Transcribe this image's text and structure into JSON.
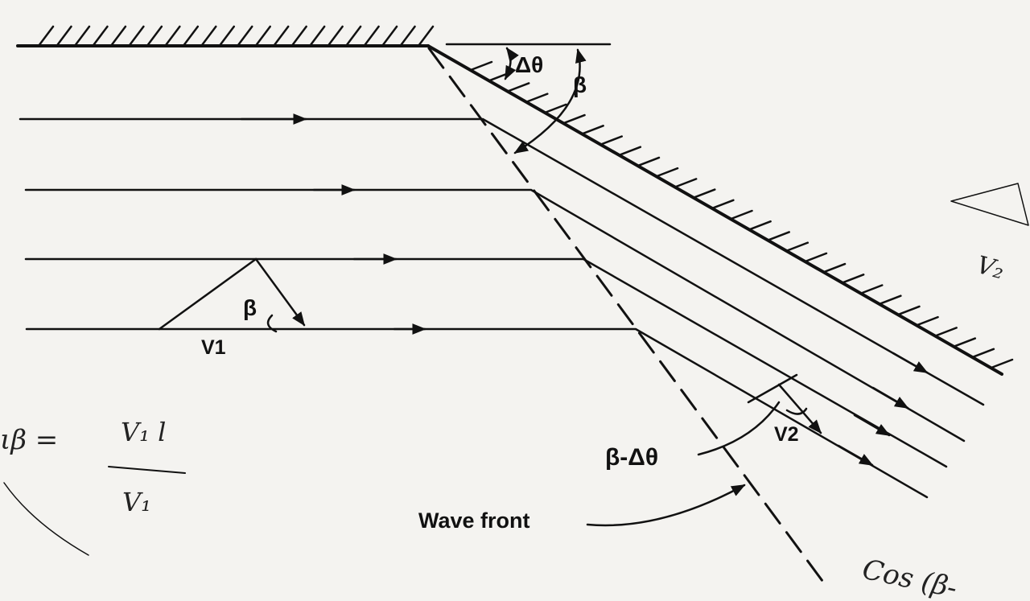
{
  "labels": {
    "beta_top": "β",
    "delta_theta": "Δθ",
    "beta_incident": "β",
    "v1": "V1",
    "v2": "V2",
    "beta_minus_delta": "β-Δθ",
    "wave_front": "Wave front"
  },
  "handwriting": {
    "equation_lhs": "ιβ =",
    "equation_numerator": "V₁ l",
    "equation_denominator": "V₁",
    "cos_note": "Cos (β-",
    "side_v": "V₂"
  },
  "colors": {
    "ink": "#111111",
    "paper": "#f4f3f0"
  }
}
